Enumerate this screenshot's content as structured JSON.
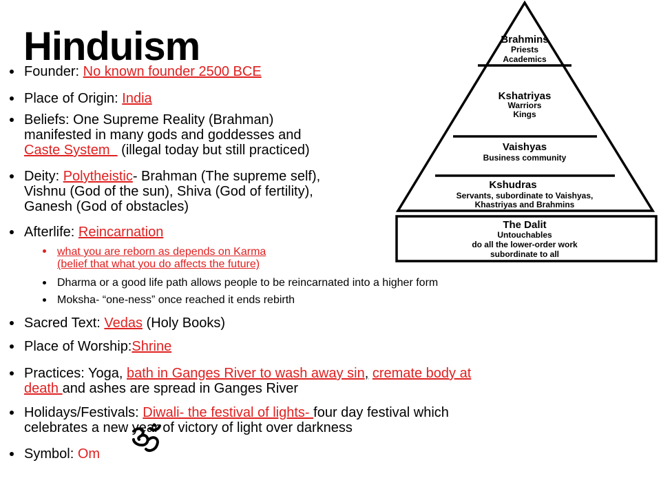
{
  "title": "Hinduism",
  "founder": {
    "label": "Founder:",
    "value": "No known founder 2500 BCE"
  },
  "origin": {
    "label": "Place of Origin:",
    "value": "India"
  },
  "beliefs": {
    "line1": "Beliefs: One Supreme Reality (Brahman)",
    "line2": "manifested in many gods and goddesses and",
    "link": "Caste System",
    "rest": "(illegal today but still practiced)"
  },
  "deity": {
    "label": "Deity:",
    "link": "Polytheistic",
    "line1_rest": "- Brahman (The supreme self),",
    "line2": "Vishnu (God of the sun), Shiva (God of fertility),",
    "line3": "Ganesh (God of obstacles)"
  },
  "afterlife": {
    "label": "Afterlife:",
    "value": "Reincarnation",
    "sub1_line1": "what you are reborn as depends on Karma",
    "sub1_line2": "(belief that what you do affects the future)",
    "sub2": "Dharma or a good life path allows people to be reincarnated into a higher form",
    "sub3": "Moksha- “one-ness” once reached it ends rebirth"
  },
  "sacred": {
    "label": "Sacred Text:",
    "link": "Vedas",
    "rest": "(Holy Books)"
  },
  "worship": {
    "label": "Place of Worship:",
    "link": "Shrine"
  },
  "practices": {
    "label": "Practices:  Yoga,",
    "link1": "bath in Ganges River to wash away sin",
    "comma": ",",
    "link2a": "cremate body at",
    "link2b": "death",
    "rest": "and ashes are spread in Ganges River"
  },
  "holidays": {
    "label": "Holidays/Festivals:",
    "link": "Diwali- the festival of lights-",
    "rest": "four day festival which",
    "line2": "celebrates a new year of victory of light over darkness"
  },
  "symbol": {
    "label": "Symbol:",
    "value": "Om"
  },
  "pyramid": {
    "brahmins": {
      "name": "Brahmins",
      "l1": "Priests",
      "l2": "Academics"
    },
    "kshatriyas": {
      "name": "Kshatriyas",
      "l1": "Warriors",
      "l2": "Kings"
    },
    "vaishyas": {
      "name": "Vaishyas",
      "l1": "Business community"
    },
    "kshudras": {
      "name": "Kshudras",
      "l1": "Servants, subordinate to Vaishyas,",
      "l2": "Khastriyas and Brahmins"
    },
    "dalit": {
      "name": "The Dalit",
      "l1": "Untouchables",
      "l2": "do all the lower-order work",
      "l3": "subordinate to all"
    }
  },
  "colors": {
    "accent": "#e02020",
    "text": "#000000",
    "bullet_red": "#e02020"
  },
  "icons": {
    "symbol": "om-icon"
  }
}
